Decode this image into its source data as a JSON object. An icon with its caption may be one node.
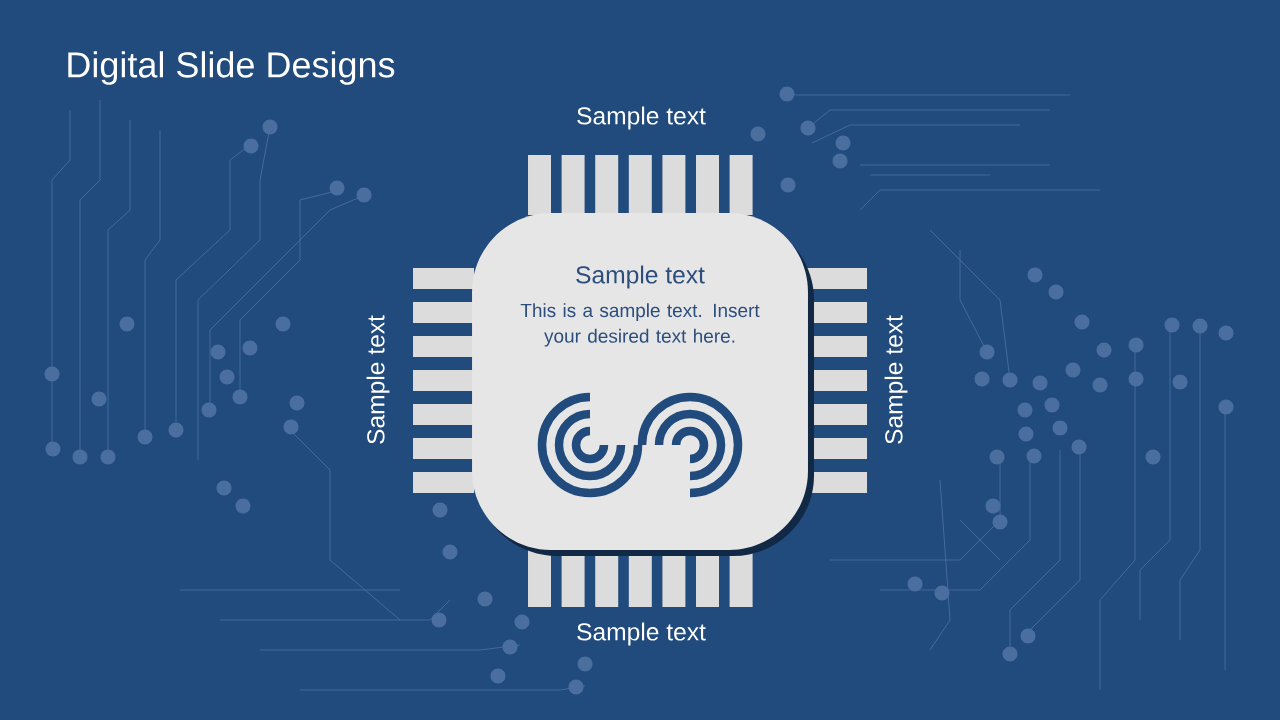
{
  "diagram": {
    "title": "Digital Slide Designs",
    "nodes": [
      {
        "text": [
          "Sample text",
          "This is a sample text. Insert your desired text here."
        ]
      }
    ],
    "edges": [],
    "labels": [
      "Sample text",
      "Sample text",
      "Sample text",
      "Sample text"
    ]
  }
}
